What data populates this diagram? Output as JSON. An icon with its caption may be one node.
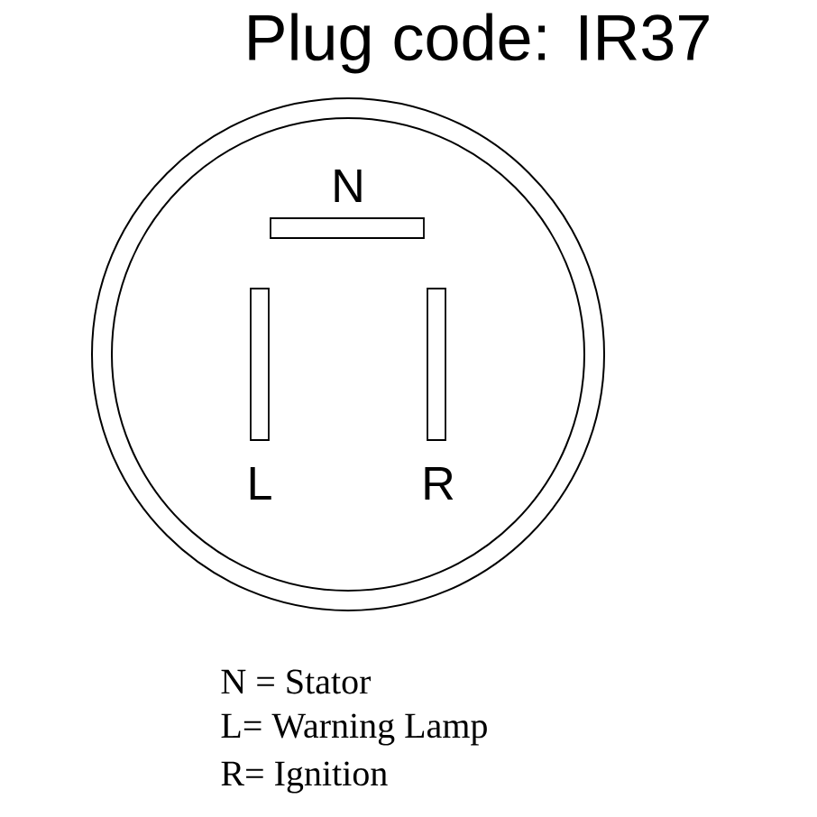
{
  "diagram": {
    "title": "Plug code: IR37",
    "nodes": [
      {
        "text": [],
        "shape": "circle"
      },
      {
        "text": [
          "N"
        ],
        "in": 0
      },
      {
        "text": [
          "L"
        ],
        "in": 0
      },
      {
        "text": [
          "R"
        ],
        "in": 0
      }
    ],
    "labels": [
      "N = Stator",
      "L= Warning Lamp",
      "R= Ignition"
    ]
  }
}
